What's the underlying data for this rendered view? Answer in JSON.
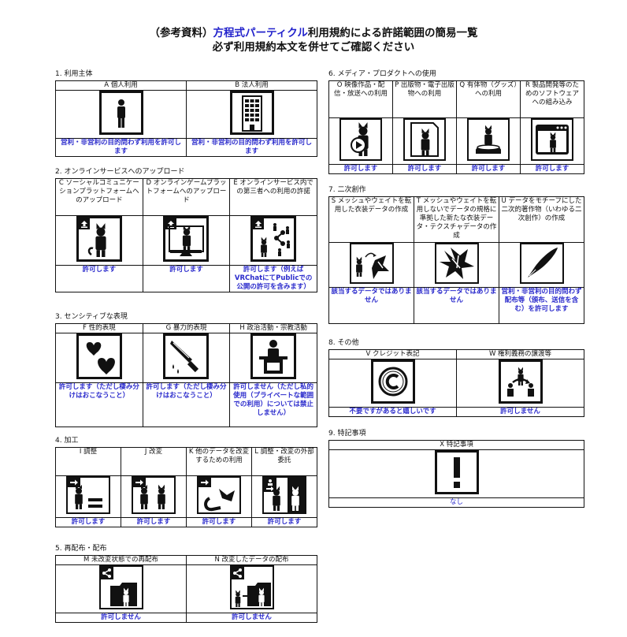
{
  "header": {
    "line1_prefix": "（参考資料）",
    "line1_accent": "方程式パーティクル",
    "line1_suffix": "利用規約による許諾範囲の簡易一覧",
    "line2": "必ず利用規約本文を併せてご確認ください",
    "accent_color": "#2323cc"
  },
  "sections": {
    "s1": {
      "label": "1. 利用主体",
      "items": [
        {
          "header": "A 個人利用",
          "icon": "person-icon",
          "status": "営利・非営利の目的問わず利用を許可します"
        },
        {
          "header": "B 法人利用",
          "icon": "building-icon",
          "status": "営利・非営利の目的問わず利用を許可します"
        }
      ]
    },
    "s2": {
      "label": "2. オンラインサービスへのアップロード",
      "items": [
        {
          "header": "C ソーシャルコミュニケーションプラットフォームへのアップロード",
          "icon": "upload-social-icon",
          "status": "許可します"
        },
        {
          "header": "D オンラインゲームプラットフォームへのアップロード",
          "icon": "upload-game-icon",
          "status": "許可します"
        },
        {
          "header": "E オンラインサービス内での第三者への利用の許諾",
          "icon": "upload-share-icon",
          "status": "許可します（例えばVRChatにてPublicでの公開の許可を含みます）"
        }
      ]
    },
    "s3": {
      "label": "3. センシティブな表現",
      "items": [
        {
          "header": "F 性的表現",
          "icon": "hearts-icon",
          "status": "許可します（ただし棲み分けはおこなうこと）"
        },
        {
          "header": "G 暴力的表現",
          "icon": "knife-icon",
          "status": "許可します（ただし棲み分けはおこなうこと）"
        },
        {
          "header": "H 政治活動・宗教活動",
          "icon": "podium-icon",
          "status": "許可しません（ただし私的使用（プライベートな範囲での利用）については禁止しません）"
        }
      ]
    },
    "s4": {
      "label": "4. 加工",
      "items": [
        {
          "header": "I 調整",
          "icon": "adjust-icon",
          "status": "許可します"
        },
        {
          "header": "J 改変",
          "icon": "modify-icon",
          "status": "許可します"
        },
        {
          "header": "K 他のデータを改変するための利用",
          "icon": "use-for-other-icon",
          "status": "許可します"
        },
        {
          "header": "L 調整・改変の外部委託",
          "icon": "outsource-icon",
          "status": "許可します"
        }
      ]
    },
    "s5": {
      "label": "5. 再配布・配布",
      "items": [
        {
          "header": "M 未改変状態での再配布",
          "icon": "redistribute-icon",
          "status": "許可しません"
        },
        {
          "header": "N 改変したデータの配布",
          "icon": "distribute-modified-icon",
          "status": "許可しません"
        }
      ]
    },
    "s6": {
      "label": "6. メディア・プロダクトへの使用",
      "items": [
        {
          "header": "O 映像作品・配信・放送への利用",
          "icon": "video-icon",
          "status": "許可します"
        },
        {
          "header": "P 出版物・電子出版物への利用",
          "icon": "publication-icon",
          "status": "許可します"
        },
        {
          "header": "Q 有体物（グッズ）への利用",
          "icon": "goods-icon",
          "status": "許可します"
        },
        {
          "header": "R 製品開発等のためのソフトウェアへの組み込み",
          "icon": "software-icon",
          "status": "許可します"
        }
      ]
    },
    "s7": {
      "label": "7. 二次創作",
      "items": [
        {
          "header": "S メッシュやウェイトを転用した衣装データの作成",
          "icon": "costume-reuse-icon",
          "status": "該当するデータではありません"
        },
        {
          "header": "T メッシュやウェイトを転用しないでデータの規格に準拠した新たな衣装データ・テクスチャデータの作成",
          "icon": "costume-new-icon",
          "status": "該当するデータではありません"
        },
        {
          "header": "U データをモチーフにした二次的著作物（いわゆる二次創作）の作成",
          "icon": "pen-icon",
          "status": "営利・非営利の目的問わず配布等（頒布、送信を含む）を許可します"
        }
      ]
    },
    "s8": {
      "label": "8. その他",
      "items": [
        {
          "header": "V クレジット表記",
          "icon": "copyright-icon",
          "status": "不要ですがあると嬉しいです"
        },
        {
          "header": "W 権利義務の譲渡等",
          "icon": "transfer-icon",
          "status": "許可しません"
        }
      ]
    },
    "s9": {
      "label": "9. 特記事項",
      "items": [
        {
          "header": "X 特記事項",
          "icon": "exclamation-icon",
          "status": "なし"
        }
      ]
    }
  }
}
